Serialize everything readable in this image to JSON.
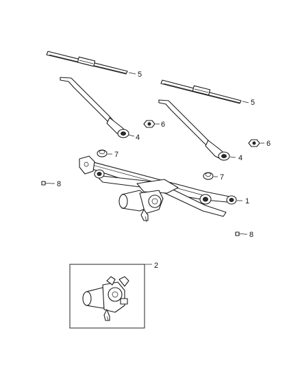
{
  "callouts": {
    "c1": "1",
    "c2": "2",
    "c4a": "4",
    "c4b": "4",
    "c5a": "5",
    "c5b": "5",
    "c6a": "6",
    "c6b": "6",
    "c7a": "7",
    "c7b": "7",
    "c8a": "8",
    "c8b": "8"
  }
}
